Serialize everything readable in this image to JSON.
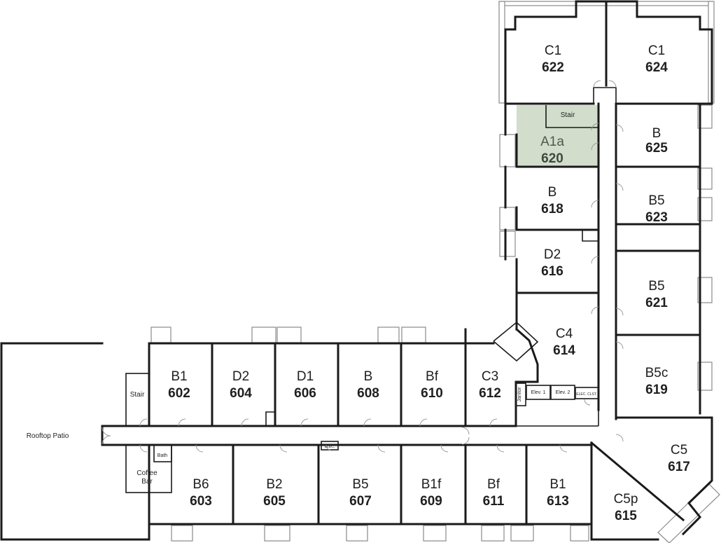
{
  "colors": {
    "highlight_fill": "#d3ddcc",
    "wall": "#1a1a1a",
    "window": "#8a8a8a",
    "text": "#1f1f1f"
  },
  "rooms": {
    "r622": {
      "type": "C1",
      "number": "622"
    },
    "r624": {
      "type": "C1",
      "number": "624"
    },
    "r620": {
      "type": "A1a",
      "number": "620",
      "highlighted": true
    },
    "r625": {
      "type": "B",
      "number": "625"
    },
    "r618": {
      "type": "B",
      "number": "618"
    },
    "r623": {
      "type": "B5",
      "number": "623"
    },
    "r616": {
      "type": "D2",
      "number": "616"
    },
    "r621": {
      "type": "B5",
      "number": "621"
    },
    "r614": {
      "type": "C4",
      "number": "614"
    },
    "r619": {
      "type": "B5c",
      "number": "619"
    },
    "r617": {
      "type": "C5",
      "number": "617"
    },
    "r615": {
      "type": "C5p",
      "number": "615"
    },
    "r602": {
      "type": "B1",
      "number": "602"
    },
    "r604": {
      "type": "D2",
      "number": "604"
    },
    "r606": {
      "type": "D1",
      "number": "606"
    },
    "r608": {
      "type": "B",
      "number": "608"
    },
    "r610": {
      "type": "Bf",
      "number": "610"
    },
    "r612": {
      "type": "C3",
      "number": "612"
    },
    "r603": {
      "type": "B6",
      "number": "603"
    },
    "r605": {
      "type": "B2",
      "number": "605"
    },
    "r607": {
      "type": "B5",
      "number": "607"
    },
    "r609": {
      "type": "B1f",
      "number": "609"
    },
    "r611": {
      "type": "Bf",
      "number": "611"
    },
    "r613": {
      "type": "B1",
      "number": "613"
    }
  },
  "labels": {
    "rooftop_patio": "Rooftop Patio",
    "stair_left": "Stair",
    "stair_top": "Stair",
    "coffee_bar_1": "Coffee",
    "coffee_bar_2": "Bar",
    "bath": "Bath",
    "janitor": "Janitor",
    "elev1": "Elev. 1",
    "elev2": "Elev. 2",
    "elec_closet": "ELEC. CLST.",
    "elec": "ELEC."
  }
}
